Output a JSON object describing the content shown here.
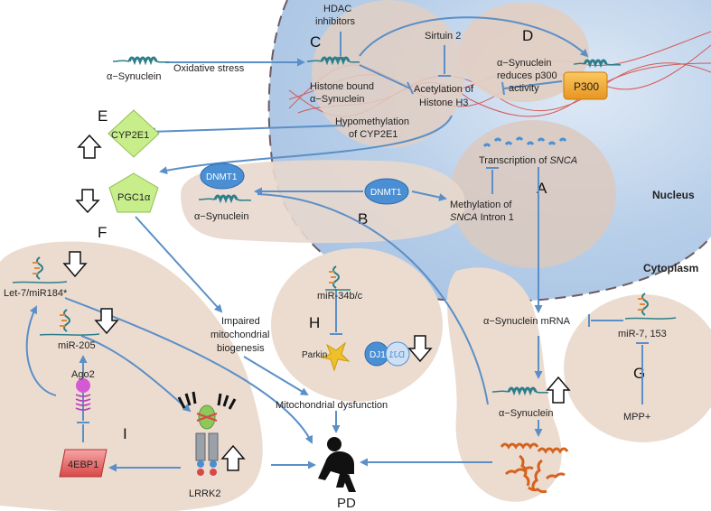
{
  "regions": {
    "nucleus": "Nucleus",
    "cytoplasm": "Cytoplasm"
  },
  "letters": {
    "A": "A",
    "B": "B",
    "C": "C",
    "D": "D",
    "E": "E",
    "F": "F",
    "G": "G",
    "H": "H",
    "I": "I"
  },
  "labels": {
    "alpha_syn_top": "α−Synuclein",
    "oxidative_stress": "Oxidative stress",
    "hdac_1": "HDAC",
    "hdac_2": "inhibitors",
    "histone_bound_1": "Histone bound",
    "histone_bound_2": "α−Synuclein",
    "sirtuin2": "Sirtuin 2",
    "acetyl_1": "Acetylation of",
    "acetyl_2": "Histone H3",
    "p300_text_1": "α−Synuclein",
    "p300_text_2": "reduces p300",
    "p300_text_3": "activity",
    "p300": "P300",
    "cyp2e1": "CYP2E1",
    "hypometh_1": "Hypomethylation",
    "hypometh_2": "of CYP2E1",
    "transcription_prefix": "Transcription of ",
    "snca": "SNCA",
    "pgc1a": "PGC1α",
    "dnmt1_left": "DNMT1",
    "dnmt1_center": "DNMT1",
    "alpha_syn_dnmt": "α−Synuclein",
    "meth_1": "Methylation of",
    "meth_2_suffix": " Intron 1",
    "mir34": "miR-34b/c",
    "parkin": "Parkin",
    "dj1": "DJ1",
    "dj1_mirror": "DJ1",
    "let7": "Let-7/miR184*",
    "mir205": "miR-205",
    "ago2": "Ago2",
    "fourebp1": "4EBP1",
    "lrrk2": "LRRK2",
    "impaired_1": "Impaired",
    "impaired_2": "mitochondrial",
    "impaired_3": "biogenesis",
    "mito_dys": "Mitochondrial dysfunction",
    "syn_mrna": "α−Synuclein mRNA",
    "mir7": "miR-7, 153",
    "mpp": "MPP+",
    "alpha_syn_bottom": "α−Synuclein",
    "pd": "PD"
  },
  "colors": {
    "arrow": "#5b8fc7",
    "nucleus": "#c5d9f0",
    "region": "#ecdcd0",
    "region_dark": "#e2cfc3",
    "dna": "#d9423a",
    "protein": "#2d7e8a",
    "p300": "#f0a830",
    "dnmt1": "#4a8fd4",
    "diamond": "#c8ee8c",
    "pentagon": "#c8ee8c",
    "fibril": "#d5631f"
  }
}
